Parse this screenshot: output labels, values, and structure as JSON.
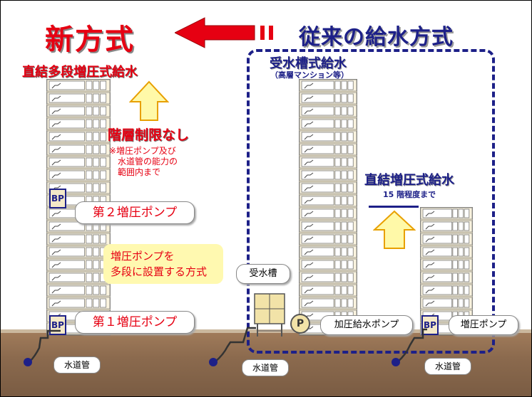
{
  "header": {
    "new_method": "新方式",
    "conventional": "従来の給水方式"
  },
  "left": {
    "heading": "直結多段増圧式給水",
    "no_floor_limit": "階層制限なし",
    "note_line1": "※増圧ポンプ及び",
    "note_line2": "水道管の能力の",
    "note_line3": "範囲内まで",
    "pump2_label": "第２増圧ポンプ",
    "pump1_label": "第１増圧ポンプ",
    "method_line1": "増圧ポンプを",
    "method_line2": "多段に設置する方式",
    "pipe_label": "水道管",
    "bp_label": "BP"
  },
  "middle": {
    "heading": "受水槽式給水",
    "subheading": "（高層マンション等）",
    "tank_label": "受水槽",
    "pressure_pump_label": "加圧給水ポンプ",
    "p_label": "P",
    "pipe_label": "水道管"
  },
  "right": {
    "heading": "直結増圧式給水",
    "subheading": "15 階程度まで",
    "pump_label": "増圧ポンプ",
    "bp_label": "BP",
    "pipe_label": "水道管"
  },
  "colors": {
    "red": "#e60012",
    "blue": "#1d2088",
    "building": "#f4e9c8",
    "ground": "#8b6a4e",
    "arrow_fill": "#fff9a8"
  }
}
